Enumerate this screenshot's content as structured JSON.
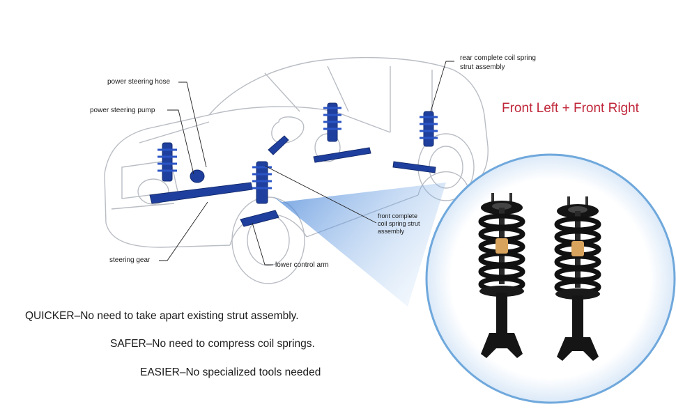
{
  "headline": "Front Left + Front Right",
  "callouts": {
    "rear_strut_line1": "rear complete coil spring",
    "rear_strut_line2": "strut assembly",
    "power_steering_hose": "power steering hose",
    "power_steering_pump": "power steering pump",
    "front_strut_line1": "front complete",
    "front_strut_line2": "coil spring strut",
    "front_strut_line3": "assembly",
    "steering_gear": "steering gear",
    "lower_control_arm": "lower control arm"
  },
  "benefits": [
    "QUICKER–No need to take apart existing strut assembly.",
    "SAFER–No need to compress coil springs.",
    "EASIER–No specialized tools needed"
  ],
  "colors": {
    "accent": "#c0273a",
    "part_blue": "#1f3f9e",
    "lens_ring": "#6fa8dc"
  }
}
